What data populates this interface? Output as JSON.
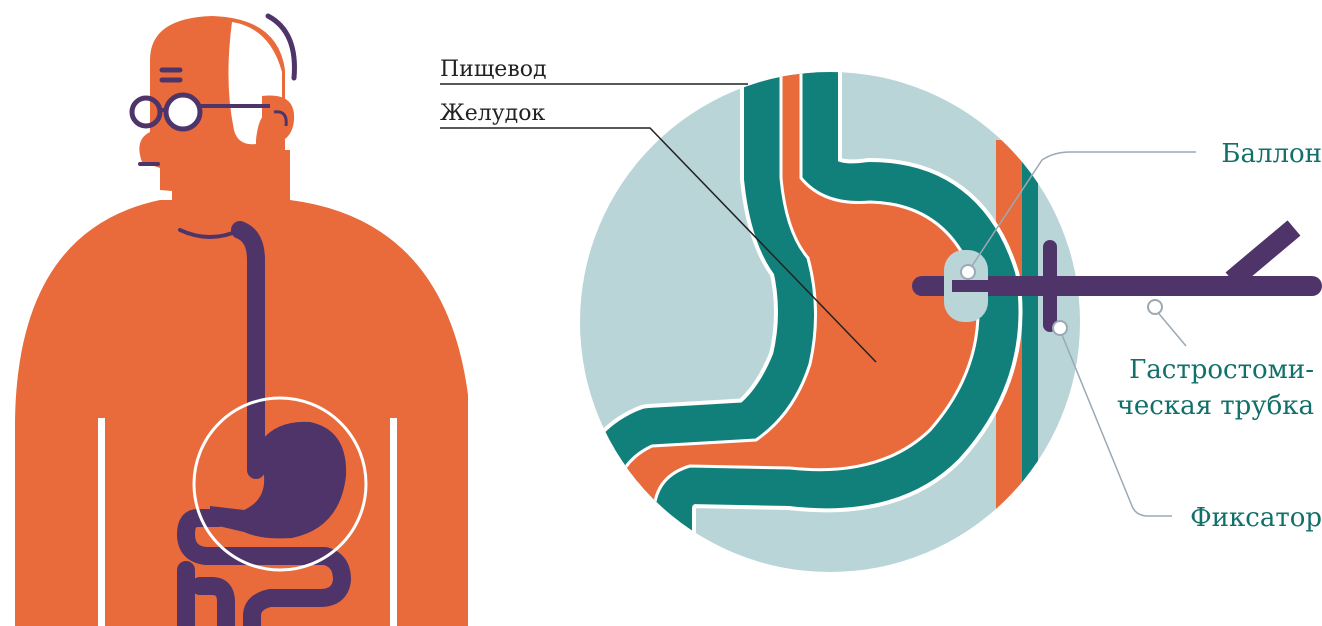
{
  "labels": {
    "esophagus": "Пищевод",
    "stomach": "Желудок",
    "balloon": "Баллон",
    "tube_line1": "Гастростоми-",
    "tube_line2": "ческая трубка",
    "fixator": "Фиксатор"
  },
  "colors": {
    "skin": "#e96b3c",
    "organ": "#4f3469",
    "wall": "#12807a",
    "background_circle": "#b9d5d8",
    "label_dark": "#222222",
    "label_teal": "#12706a",
    "leader_line": "#9aa9b3"
  }
}
